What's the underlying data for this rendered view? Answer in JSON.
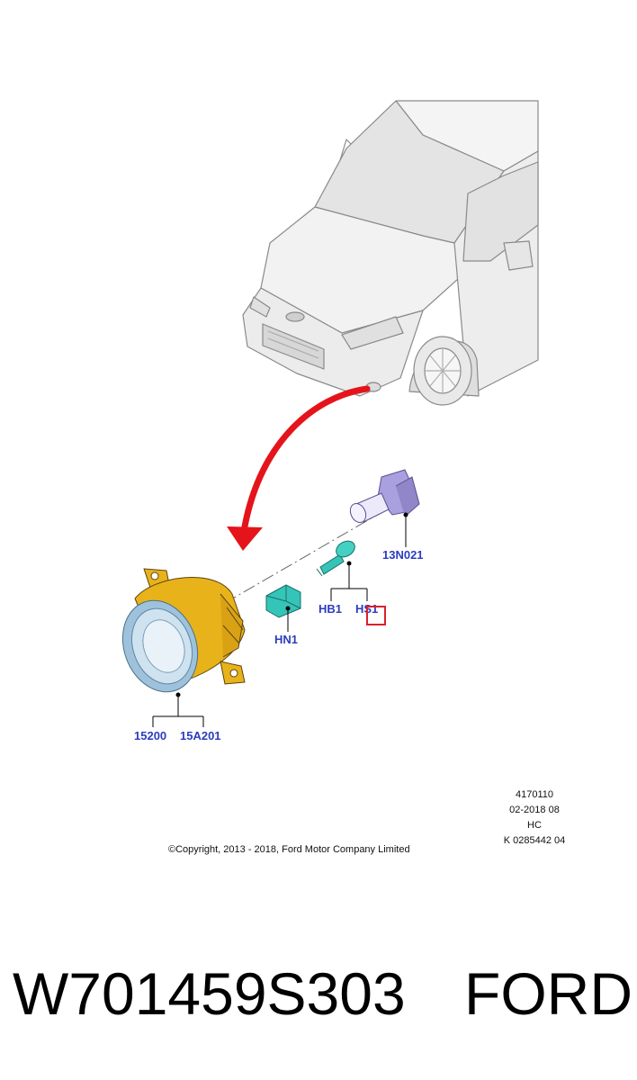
{
  "diagram": {
    "callouts": {
      "bulb": "13N021",
      "bolt_a": "HB1",
      "bolt_b": "HS1",
      "connector": "HN1",
      "lamp_a": "15200",
      "lamp_b": "15A201"
    },
    "copyright": "©Copyright, 2013 - 2018, Ford Motor Company Limited",
    "illustration_ref": {
      "code": "4170110",
      "date": "02-2018 08",
      "market": "HC",
      "ref": "K 0285442 04"
    },
    "colors": {
      "callout_text": "#2b3dbf",
      "arrow": "#e5141b",
      "highlight": "#d8222a",
      "housing": "#e8b21a",
      "bulb": "#a9a0e0",
      "bolt": "#35c4b8"
    }
  },
  "footer": {
    "part_number": "W701459S303",
    "brand": "FORD"
  }
}
